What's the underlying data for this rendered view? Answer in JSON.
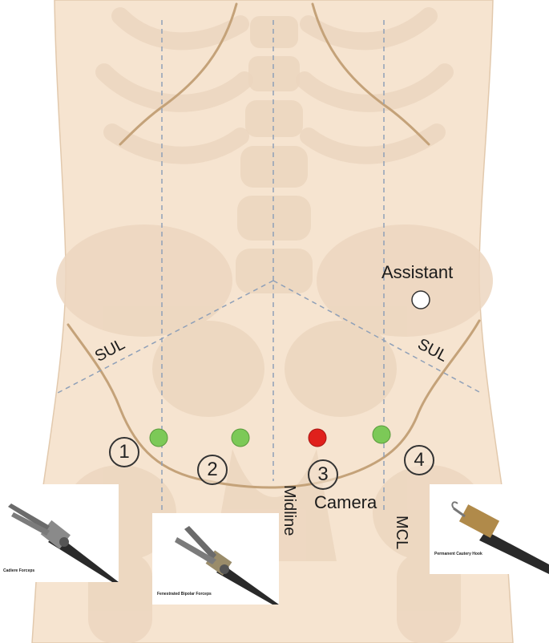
{
  "colors": {
    "skin": "#f6e4d0",
    "bone": "#ecd6bf",
    "iliac_line": "#c4a279",
    "guide_line": "#8fa0b8",
    "trocar_instrument": "#7cc957",
    "trocar_camera": "#e0201c",
    "trocar_assistant": "#ffffff"
  },
  "labels": {
    "assistant": "Assistant",
    "sul_left": "SUL",
    "sul_right": "SUL",
    "midline": "Midline",
    "mcl": "MCL",
    "camera": "Camera"
  },
  "ports": [
    {
      "number": "1"
    },
    {
      "number": "2"
    },
    {
      "number": "3"
    },
    {
      "number": "4"
    }
  ],
  "instruments": [
    {
      "caption": "Cadiere Forceps",
      "icon": "cadiere-forceps-icon"
    },
    {
      "caption": "Fenestrated Bipolar Forceps",
      "icon": "bipolar-forceps-icon"
    },
    {
      "caption": "Permanent Cautery Hook",
      "icon": "cautery-hook-icon"
    }
  ]
}
